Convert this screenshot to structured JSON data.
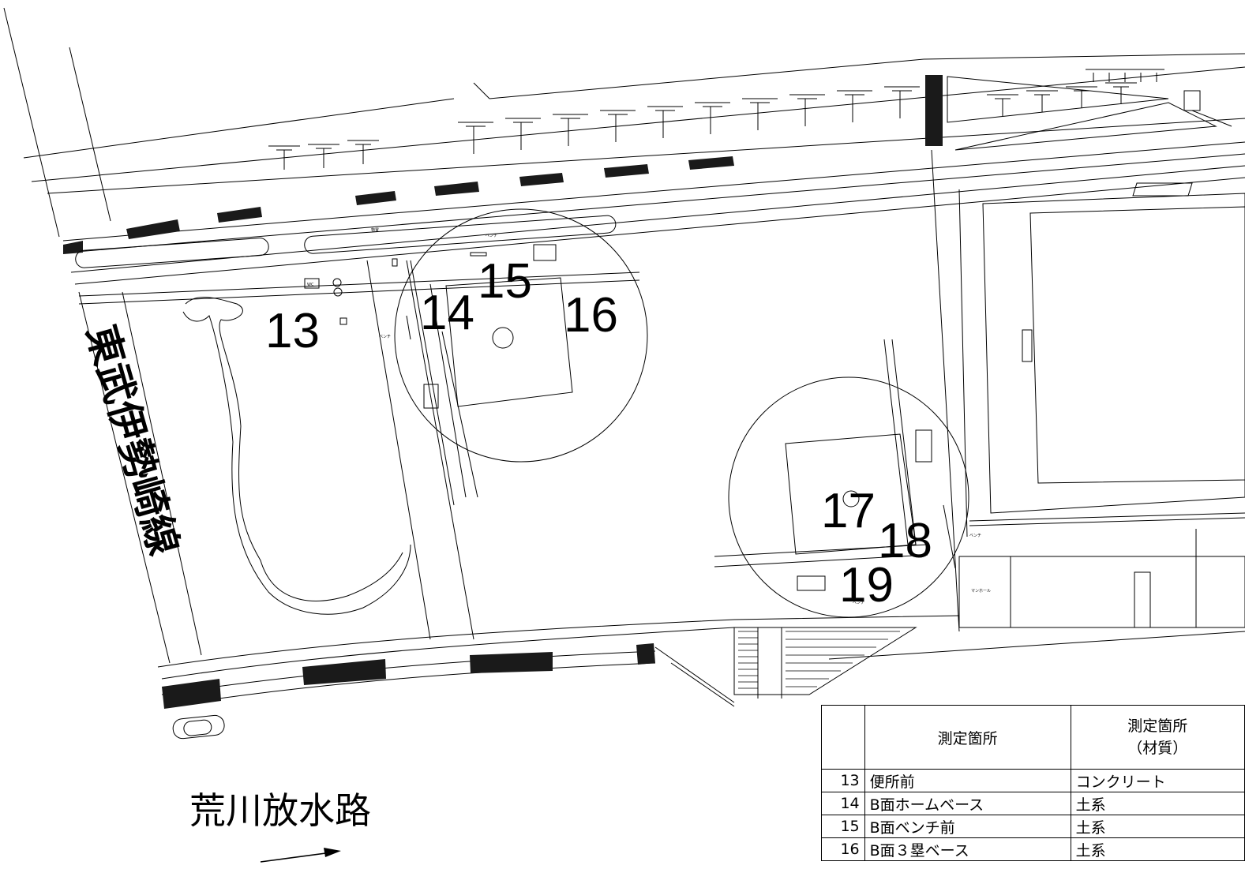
{
  "map": {
    "railway_label": "東武伊勢崎線",
    "river_label": "荒川放水路",
    "wc_label": "WC",
    "bench_label": "ベンチ",
    "manhole_label": "マンホール",
    "small_label": "物置",
    "points": [
      {
        "id": "13"
      },
      {
        "id": "14"
      },
      {
        "id": "15"
      },
      {
        "id": "16"
      },
      {
        "id": "17"
      },
      {
        "id": "18"
      },
      {
        "id": "19"
      }
    ]
  },
  "table": {
    "header": {
      "location": "測定箇所",
      "material_line1": "測定箇所",
      "material_line2": "（材質）"
    },
    "rows": [
      {
        "no": "13",
        "location": "便所前",
        "material": "コンクリート"
      },
      {
        "no": "14",
        "location": "B面ホームベース",
        "material": "土系"
      },
      {
        "no": "15",
        "location": "B面ベンチ前",
        "material": "土系"
      },
      {
        "no": "16",
        "location": "B面３塁ベース",
        "material": "土系"
      }
    ]
  }
}
